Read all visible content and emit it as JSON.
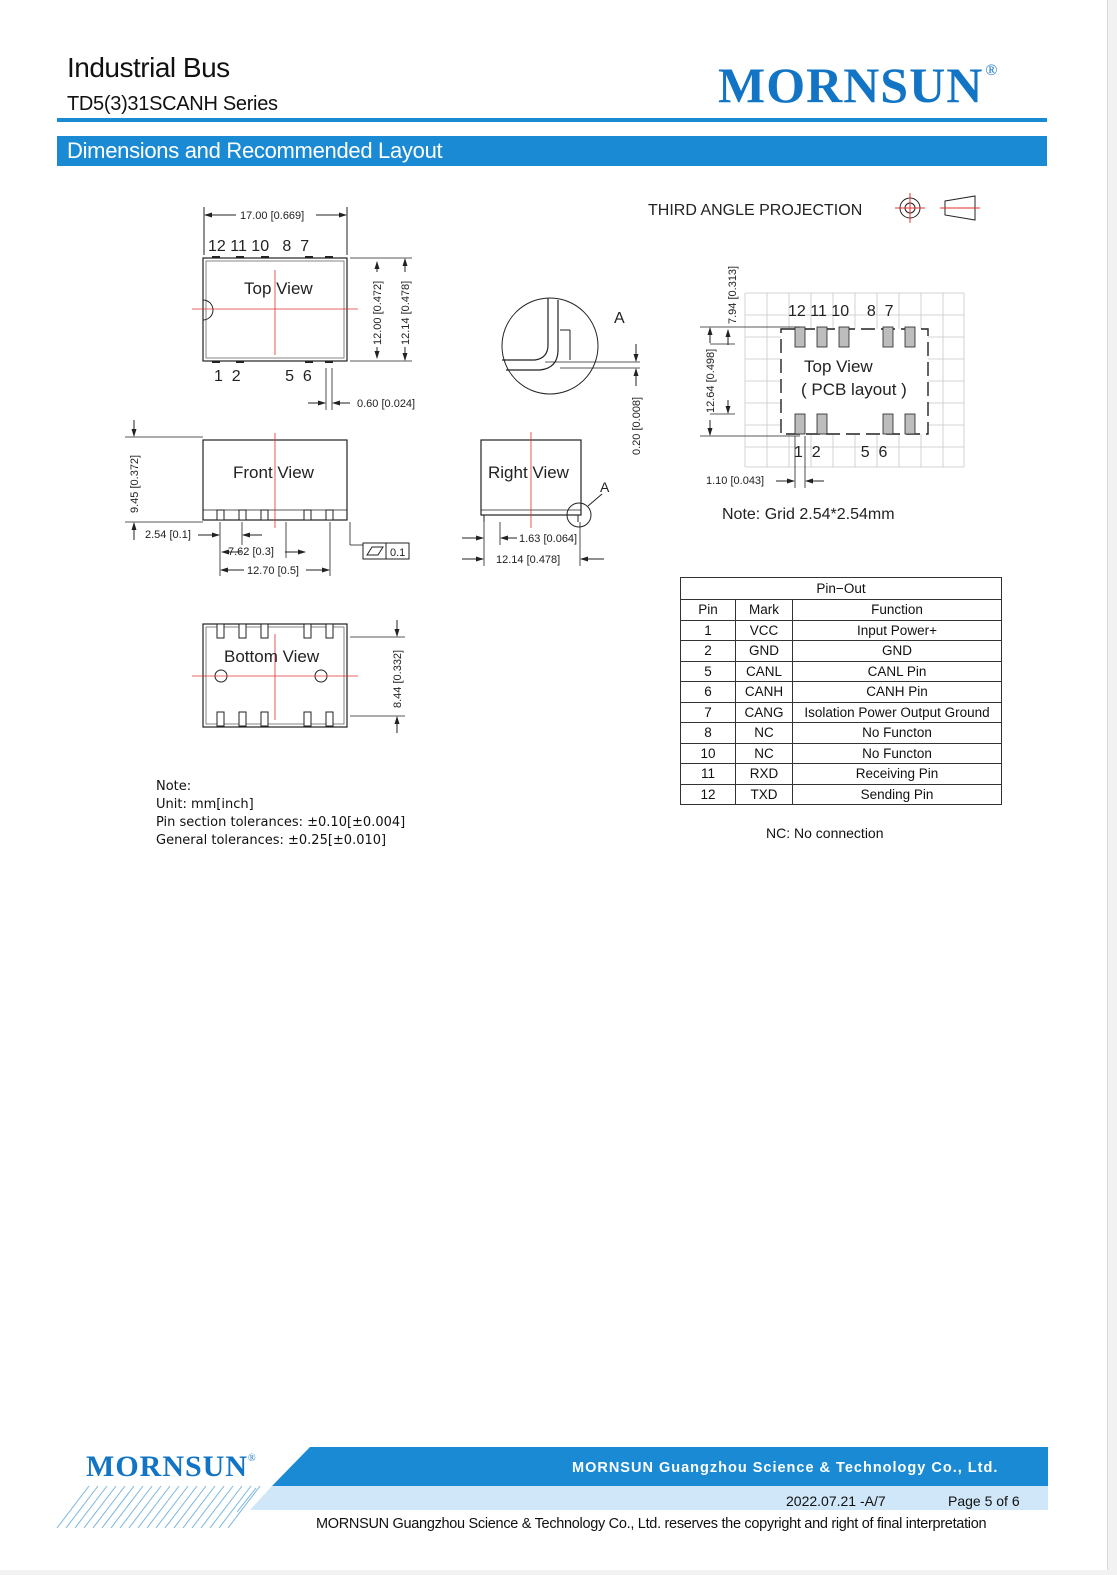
{
  "header": {
    "title": "Industrial Bus",
    "series": "TD5(3)31SCANH Series",
    "logo": "MORNSUN",
    "logo_mark": "®"
  },
  "section": {
    "title": "Dimensions and Recommended Layout"
  },
  "drawing": {
    "projection_label": "THIRD ANGLE PROJECTION",
    "top_view": {
      "title": "Top View",
      "pins_top": "12 11 10   8  7",
      "pins_bottom": "1  2          5  6",
      "width": "17.00 [0.669]",
      "height_a": "12.00 [0.472]",
      "height_b": "12.14 [0.478]",
      "pin_width": "0.60 [0.024]"
    },
    "front_view": {
      "title": "Front View",
      "height": "9.45 [0.372]",
      "pitch": "2.54 [0.1]",
      "span_a": "7.62 [0.3]",
      "span_b": "12.70 [0.5]",
      "flatness": "0.1"
    },
    "right_view": {
      "title": "Right View",
      "detail_label": "A",
      "offset": "1.63 [0.064]",
      "width": "12.14 [0.478]",
      "standoff": "0.20 [0.008]"
    },
    "bottom_view": {
      "title": "Bottom View",
      "height": "8.44 [0.332]"
    },
    "pcb_layout": {
      "title_line1": "Top View",
      "title_line2": "( PCB layout )",
      "pins_top": "12 11 10    8  7",
      "pins_bottom": "1  2         5  6",
      "dim_top": "7.94 [0.313]",
      "dim_height": "12.64 [0.498]",
      "dim_pad": "1.10 [0.043]",
      "grid_note": "Note: Grid 2.54*2.54mm"
    }
  },
  "notes": [
    "Note:",
    "Unit: mm[inch]",
    "Pin section tolerances: ±0.10[±0.004]",
    "General tolerances: ±0.25[±0.010]"
  ],
  "pinout": {
    "caption": "Pin−Out",
    "headers": [
      "Pin",
      "Mark",
      "Function"
    ],
    "rows": [
      [
        "1",
        "VCC",
        "Input Power+"
      ],
      [
        "2",
        "GND",
        "GND"
      ],
      [
        "5",
        "CANL",
        "CANL Pin"
      ],
      [
        "6",
        "CANH",
        "CANH Pin"
      ],
      [
        "7",
        "CANG",
        "Isolation Power Output Ground"
      ],
      [
        "8",
        "NC",
        "No Functon"
      ],
      [
        "10",
        "NC",
        "No Functon"
      ],
      [
        "11",
        "RXD",
        "Receiving Pin"
      ],
      [
        "12",
        "TXD",
        "Sending Pin"
      ]
    ],
    "nc_note": "NC: No connection"
  },
  "footer": {
    "logo": "MORNSUN",
    "logo_mark": "®",
    "company": "MORNSUN Guangzhou Science & Technology Co., Ltd.",
    "date": "2022.07.21 -A/7",
    "page": "Page 5 of 6",
    "copyright": "MORNSUN Guangzhou Science & Technology Co., Ltd. reserves the copyright and right of final interpretation"
  },
  "colors": {
    "brand_blue": "#1a8ad4",
    "logo_blue": "#1274c4",
    "footer_light": "#cfe7f8",
    "centerline_red": "#e03030"
  }
}
